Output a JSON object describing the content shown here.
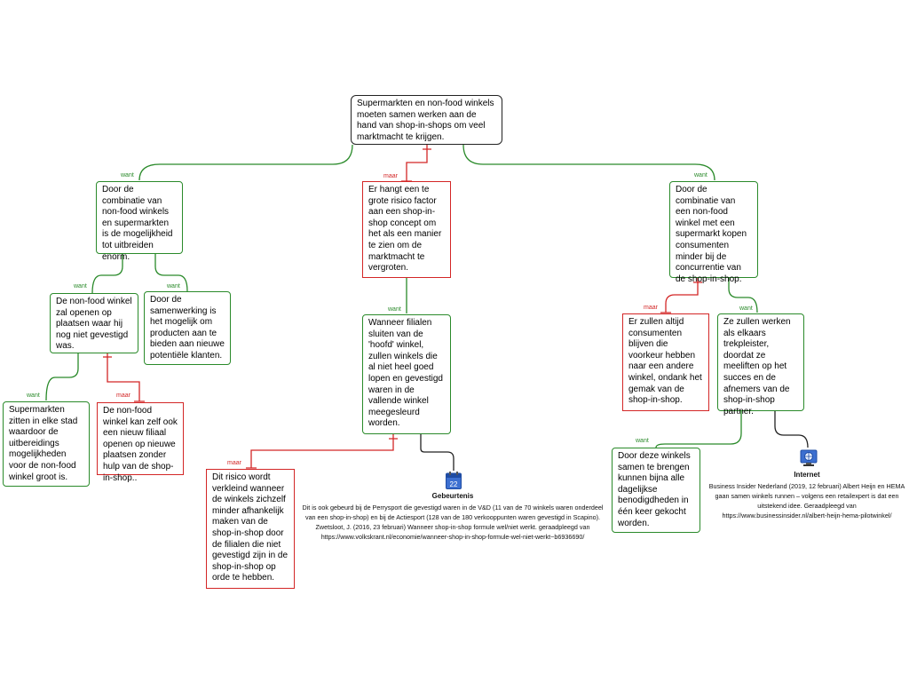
{
  "nodes": {
    "root": "Supermarkten en non-food winkels moeten samen werken aan de hand van shop-in-shops om veel marktmacht te krijgen.",
    "left_main": "Door de combinatie van non-food winkels en supermarkten is de mogelijkheid tot uitbreiden enorm.",
    "left_a": "De non-food winkel zal openen op plaatsen waar hij nog niet gevestigd was.",
    "left_b": "Door de samenwerking is het mogelijk om producten aan te bieden aan nieuwe potentiële klanten.",
    "left_a1": "Supermarkten zitten in elke stad waardoor de uitbereidings mogelijkheden voor de non-food winkel groot is.",
    "left_a2": "De non-food winkel kan zelf ook een nieuw filiaal openen op nieuwe plaatsen zonder hulp van de shop-in-shop..",
    "mid_main": "Er hangt een te grote risico factor aan een shop-in-shop concept om het als een manier te zien om de marktmacht te vergroten.",
    "mid_a": "Wanneer filialen sluiten van de 'hoofd' winkel, zullen winkels die al niet heel goed lopen en gevestigd waren in de vallende winkel meegesleurd worden.",
    "mid_a1": "Dit risico wordt verkleind wanneer de winkels zichzelf minder afhankelijk maken van de shop-in-shop door de filialen die niet gevestigd zijn in de shop-in-shop op orde te hebben.",
    "right_main": "Door de combinatie van een non-food winkel met een supermarkt kopen consumenten minder bij de concurrentie van de shop-in-shop.",
    "right_a": "Er zullen altijd consumenten blijven die voorkeur hebben naar een andere winkel, ondank het gemak van de shop-in-shop.",
    "right_b": "Ze zullen werken als elkaars trekpleister, doordat ze meeliften op het succes en de afnemers van de shop-in-shop partner.",
    "right_b1": "Door deze winkels samen te brengen kunnen bijna alle dagelijkse benodigdheden in één keer gekocht worden."
  },
  "tags": {
    "want": "want",
    "maar": "maar"
  },
  "notes": {
    "events": {
      "title": "Gebeurtenis",
      "icon": "calendar-icon",
      "day": "22",
      "text": "Dit is ook gebeurd bij de Perrysport die gevestigd waren in de V&D (11 van de 70 winkels waren onderdeel van een shop-in-shop) en bij de Actiesport (128 van de 180 verkooppunten waren gevestigd in Scapino). Zwetsloot, J. (2016, 23 februari) Wanneer shop-in-shop formule wel/niet werkt. geraadpleegd van https://www.volkskrant.nl/economie/wanneer-shop-in-shop-formule-wel-niet-werkt~b6936690/"
    },
    "internet": {
      "title": "Internet",
      "icon": "globe-monitor-icon",
      "text": "Business Insider Nederland (2019, 12 februari) Albert Heijn en HEMA gaan samen winkels runnen – volgens een retailexpert is dat een uitstekend idee. Geraadpleegd van https://www.businessinsider.nl/albert-heijn-hema-pilotwinkel/"
    }
  },
  "colors": {
    "support": "#2a8a2a",
    "objection": "#d32626",
    "link": "#222222"
  }
}
